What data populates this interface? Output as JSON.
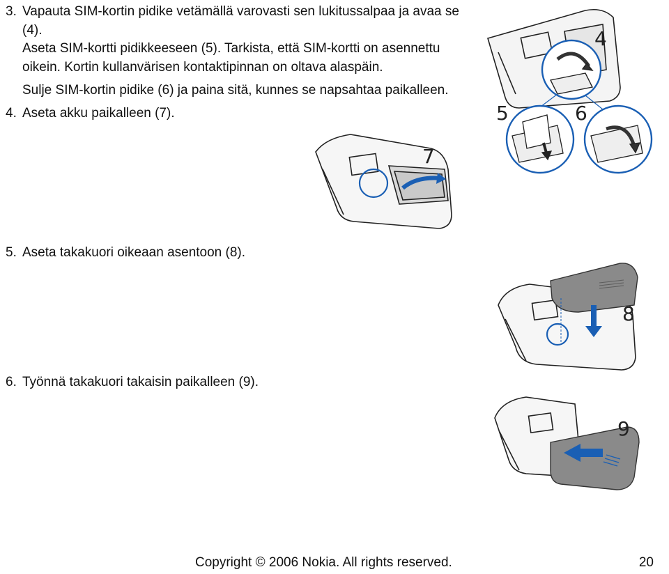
{
  "steps": {
    "s3": {
      "number": "3.",
      "line1": "Vapauta SIM-kortin pidike vetämällä varovasti sen lukitussalpaa ja avaa se",
      "line2": "(4).",
      "line3": "Aseta SIM-kortti pidikkeeseen (5). Tarkista, että SIM-kortti on asennettu",
      "line4": "oikein. Kortin kullanvärisen kontaktipinnan on oltava alaspäin.",
      "line5": "Sulje SIM-kortin pidike (6) ja paina sitä, kunnes se napsahtaa paikalleen."
    },
    "s4": {
      "number": "4.",
      "text": "Aseta akku paikalleen (7)."
    },
    "s5": {
      "number": "5.",
      "text": "Aseta takakuori oikeaan asentoon (8)."
    },
    "s6": {
      "number": "6.",
      "text": "Työnnä takakuori takaisin paikalleen (9)."
    }
  },
  "callouts": {
    "c4": "4",
    "c5": "5",
    "c6": "6",
    "c7": "7",
    "c8": "8",
    "c9": "9"
  },
  "footer": {
    "copyright": "Copyright © 2006 Nokia. All rights reserved.",
    "page": "20"
  },
  "colors": {
    "line": "#222222",
    "accent": "#1a5fb4",
    "panel": "#8a8a8a",
    "panel_dark": "#5c5c5c"
  }
}
